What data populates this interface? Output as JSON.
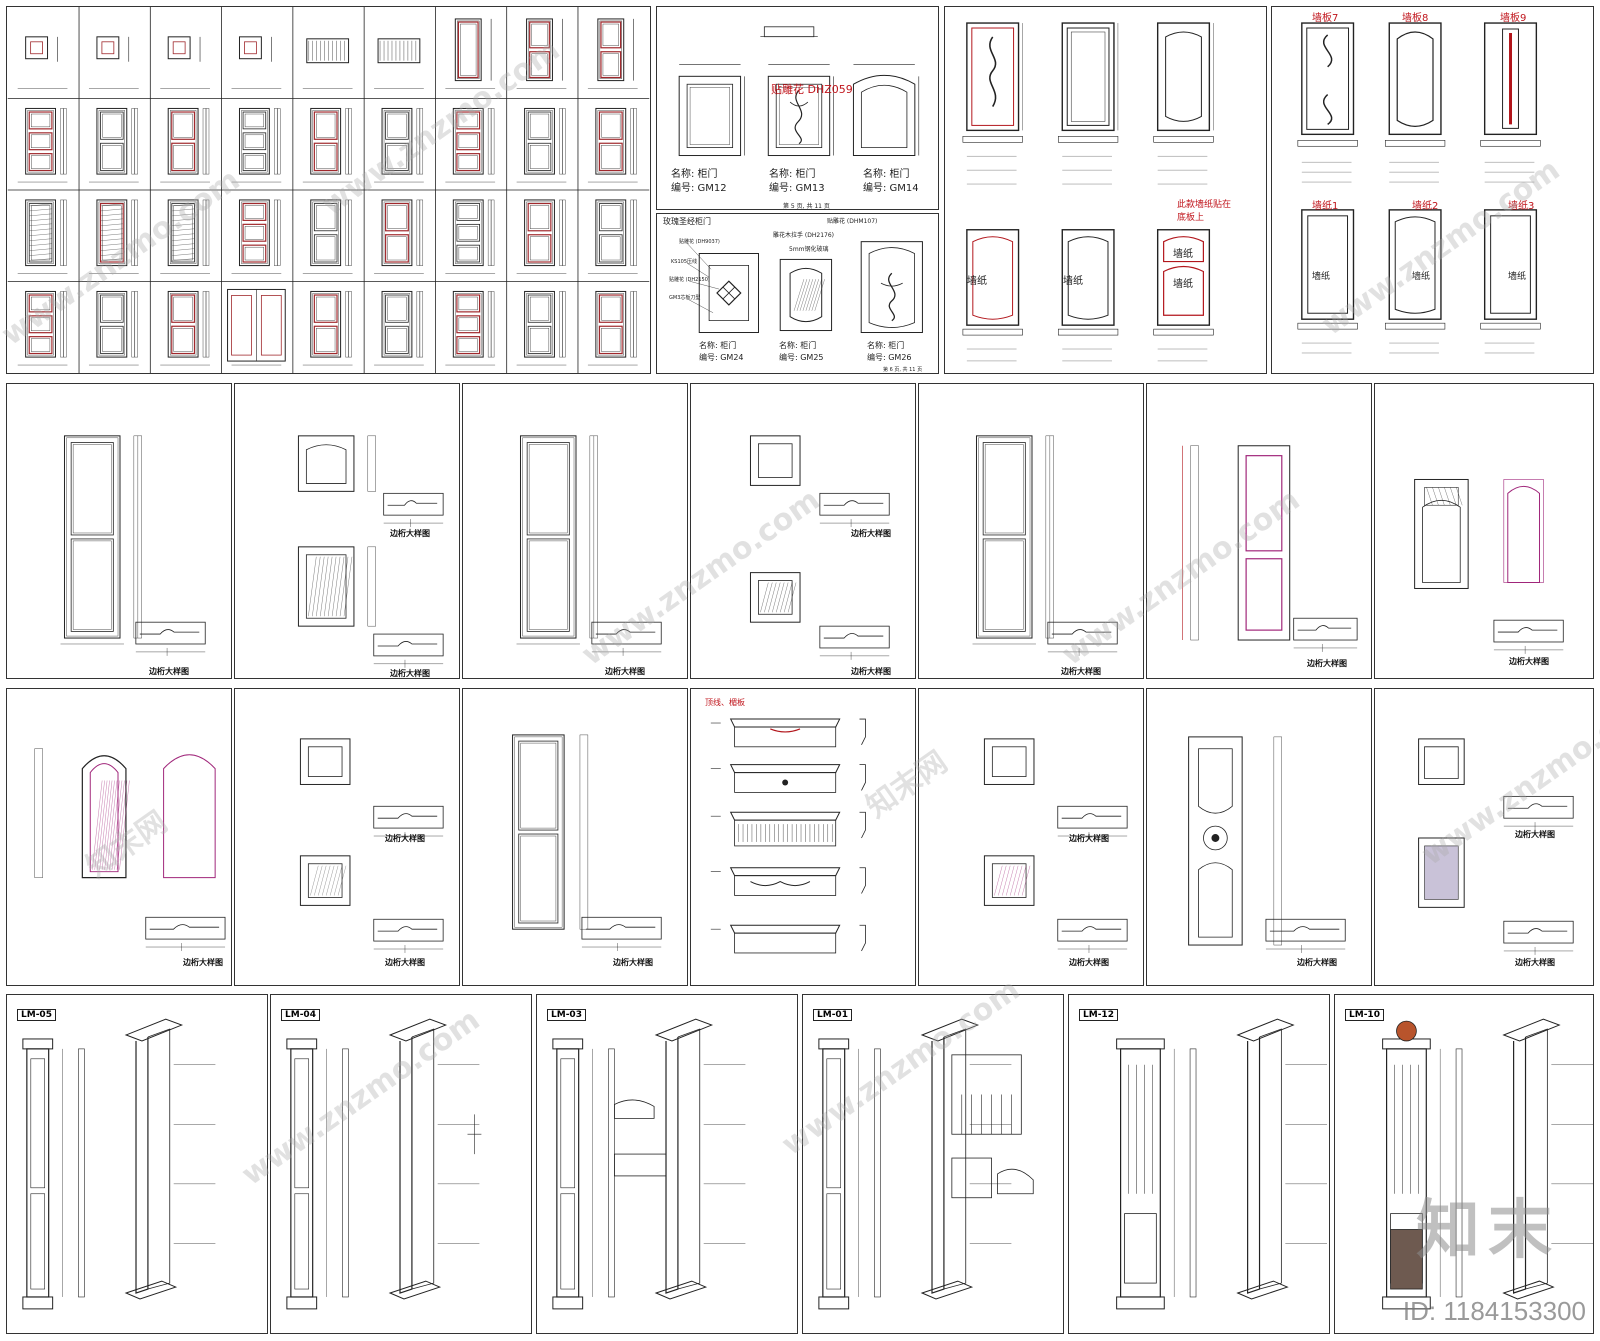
{
  "sheet_b": {
    "doors": [
      {
        "label": "名称: 柜门",
        "code": "编号: GM12",
        "note": "GM3芯板刀型"
      },
      {
        "label": "名称: 柜门",
        "code": "编号: GM13",
        "note": "贴雕花 DHZ059"
      },
      {
        "label": "名称: 柜门",
        "code": "编号: GM14",
        "note": "GM3芯板刀型"
      }
    ],
    "page_note": "第 5 页, 共 11 页"
  },
  "sheet_c": {
    "title": "玫瑰圣经柜门",
    "callouts": [
      "雕花木拉手 (DH2176)",
      "贴雕花 (DHM107)",
      "5mm钢化玻璃",
      "贴雕花 (DH9037)",
      "KS105压线",
      "贴雕花 (DH2150)",
      "GM3芯板刀型"
    ],
    "doors": [
      {
        "label": "名称: 柜门",
        "code": "编号: GM24"
      },
      {
        "label": "名称: 柜门",
        "code": "编号: GM25"
      },
      {
        "label": "名称: 柜门",
        "code": "编号: GM26"
      }
    ],
    "page_note": "第 6 页, 共 11 页"
  },
  "sheet_d": {
    "wallpaper_label": "墙纸",
    "note": "此款墙纸贴在底板上"
  },
  "sheet_e": {
    "panels_top": [
      "墙板7",
      "墙板8",
      "墙板9"
    ],
    "panels_bottom": [
      "墙纸1",
      "墙纸2",
      "墙纸3"
    ],
    "wallpaper_label": "墙纸"
  },
  "detail_caption": "边桁大样图",
  "cornice_title": "顶线、楣板",
  "columns": [
    "LM-05",
    "LM-04",
    "LM-03",
    "LM-01",
    "LM-12",
    "LM-10"
  ],
  "watermark": "www.znzmo.com",
  "watermark_cn": "知末网",
  "brand": "知末",
  "id_text": "ID: 1184153300"
}
